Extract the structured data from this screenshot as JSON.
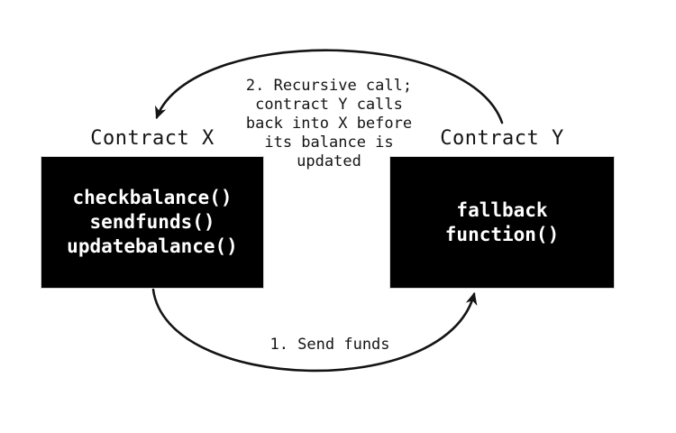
{
  "colors": {
    "background": "#ffffff",
    "box_fill": "#000000",
    "box_border": "#d4d4d4",
    "box_text": "#ffffff",
    "arrow": "#141414",
    "label_text": "#141414"
  },
  "contract_x": {
    "title": "Contract X",
    "functions": [
      "checkbalance()",
      "sendfunds()",
      "updatebalance()"
    ]
  },
  "contract_y": {
    "title": "Contract Y",
    "functions": [
      "fallback",
      "function()"
    ]
  },
  "flows": {
    "send_funds": {
      "label": "1. Send funds",
      "from": "Contract X",
      "to": "Contract Y"
    },
    "recursive_call": {
      "lines": [
        "2. Recursive call;",
        "contract Y calls",
        "back into X before",
        "its balance is",
        "updated"
      ],
      "from": "Contract Y",
      "to": "Contract X"
    }
  }
}
